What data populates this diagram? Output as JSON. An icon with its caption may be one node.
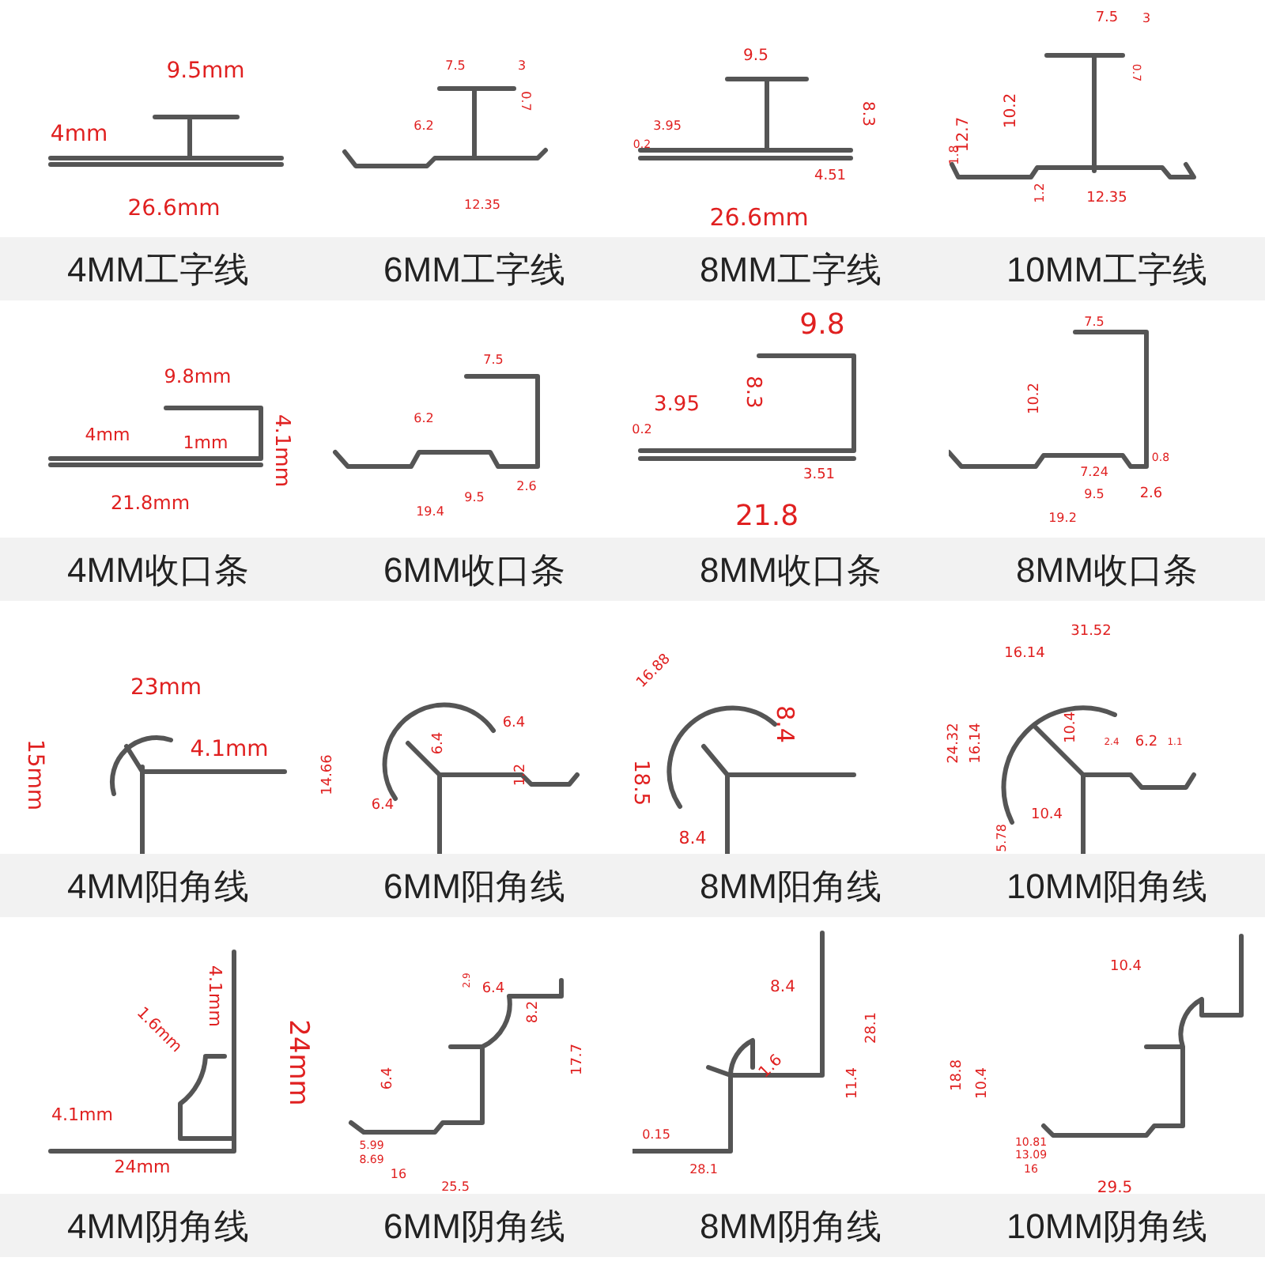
{
  "diagram": {
    "nodes": [
      {
        "text": [
          "4MM工字线"
        ]
      },
      {
        "text": [
          "6MM工字线"
        ]
      },
      {
        "text": [
          "8MM工字线"
        ]
      },
      {
        "text": [
          "10MM工字线"
        ]
      },
      {
        "text": [
          "4MM收口条"
        ]
      },
      {
        "text": [
          "6MM收口条"
        ]
      },
      {
        "text": [
          "8MM收口条"
        ]
      },
      {
        "text": [
          "8MM收口条"
        ]
      },
      {
        "text": [
          "4MM阳角线"
        ]
      },
      {
        "text": [
          "6MM阳角线"
        ]
      },
      {
        "text": [
          "8MM阳角线"
        ]
      },
      {
        "text": [
          "10MM阳角线"
        ]
      },
      {
        "text": [
          "4MM阴角线"
        ]
      },
      {
        "text": [
          "6MM阴角线"
        ]
      },
      {
        "text": [
          "8MM阴角线"
        ]
      },
      {
        "text": [
          "10MM阴角线"
        ]
      }
    ],
    "labels": [
      "9.5mm",
      "4mm",
      "26.6mm",
      "7.5",
      "3",
      "6.2",
      "0.7",
      "12.35",
      "9.5",
      "8.3",
      "3.95",
      "0.2",
      "4.51",
      "26.6mm",
      "7.5",
      "3",
      "12.7",
      "10.2",
      "0.7",
      "1.8",
      "1.2",
      "12.35",
      "9.8mm",
      "4.1mm",
      "4mm",
      "1mm",
      "21.8mm",
      "7.5",
      "6.2",
      "9.5",
      "2.6",
      "19.4",
      "9.8",
      "3.95",
      "8.3",
      "0.2",
      "3.51",
      "21.8",
      "7.5",
      "10.2",
      "7.24",
      "0.8",
      "9.5",
      "2.6",
      "19.2",
      "23mm",
      "15mm",
      "4.1mm",
      "14.66",
      "6.4",
      "6.4",
      "1.2",
      "6.4",
      "16.88",
      "8.4",
      "18.5",
      "8.4",
      "31.52",
      "16.14",
      "24.32",
      "16.14",
      "10.4",
      "2.4",
      "6.2",
      "1.1",
      "10.4",
      "5.78",
      "4.1mm",
      "24mm",
      "1.6mm",
      "4.1mm",
      "24mm",
      "2.9",
      "6.4",
      "8.2",
      "17.7",
      "6.4",
      "5.99",
      "8.69",
      "16",
      "25.5",
      "8.4",
      "28.1",
      "1.6",
      "11.4",
      "0.15",
      "28.1",
      "10.4",
      "18.8",
      "10.4",
      "10.81",
      "13.09",
      "16",
      "29.5"
    ]
  }
}
